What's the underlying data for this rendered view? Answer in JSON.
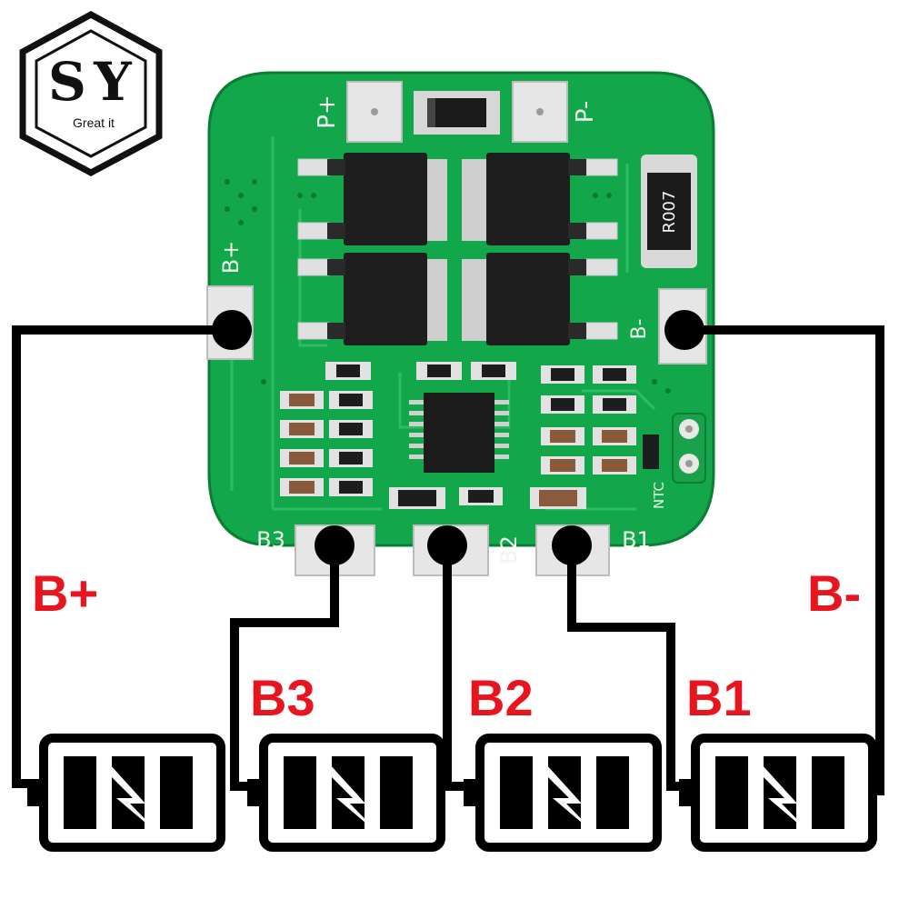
{
  "logo": {
    "initials_s": "S",
    "initials_y": "Y",
    "tagline": "Great it"
  },
  "board": {
    "color": "#11a74a",
    "silkscreen": {
      "p_plus": "P+",
      "p_minus": "P-",
      "b_plus": "B+",
      "b_minus": "B-",
      "b3": "B3",
      "b2": "B2",
      "b1": "B1",
      "ntc": "NTC",
      "resistor": "R007"
    }
  },
  "labels": {
    "b_plus": "B+",
    "b_minus": "B-",
    "b3": "B3",
    "b2": "B2",
    "b1": "B1",
    "color": "#e8141e"
  },
  "batteries": [
    {
      "id": "cell-1"
    },
    {
      "id": "cell-2"
    },
    {
      "id": "cell-3"
    },
    {
      "id": "cell-4"
    }
  ]
}
